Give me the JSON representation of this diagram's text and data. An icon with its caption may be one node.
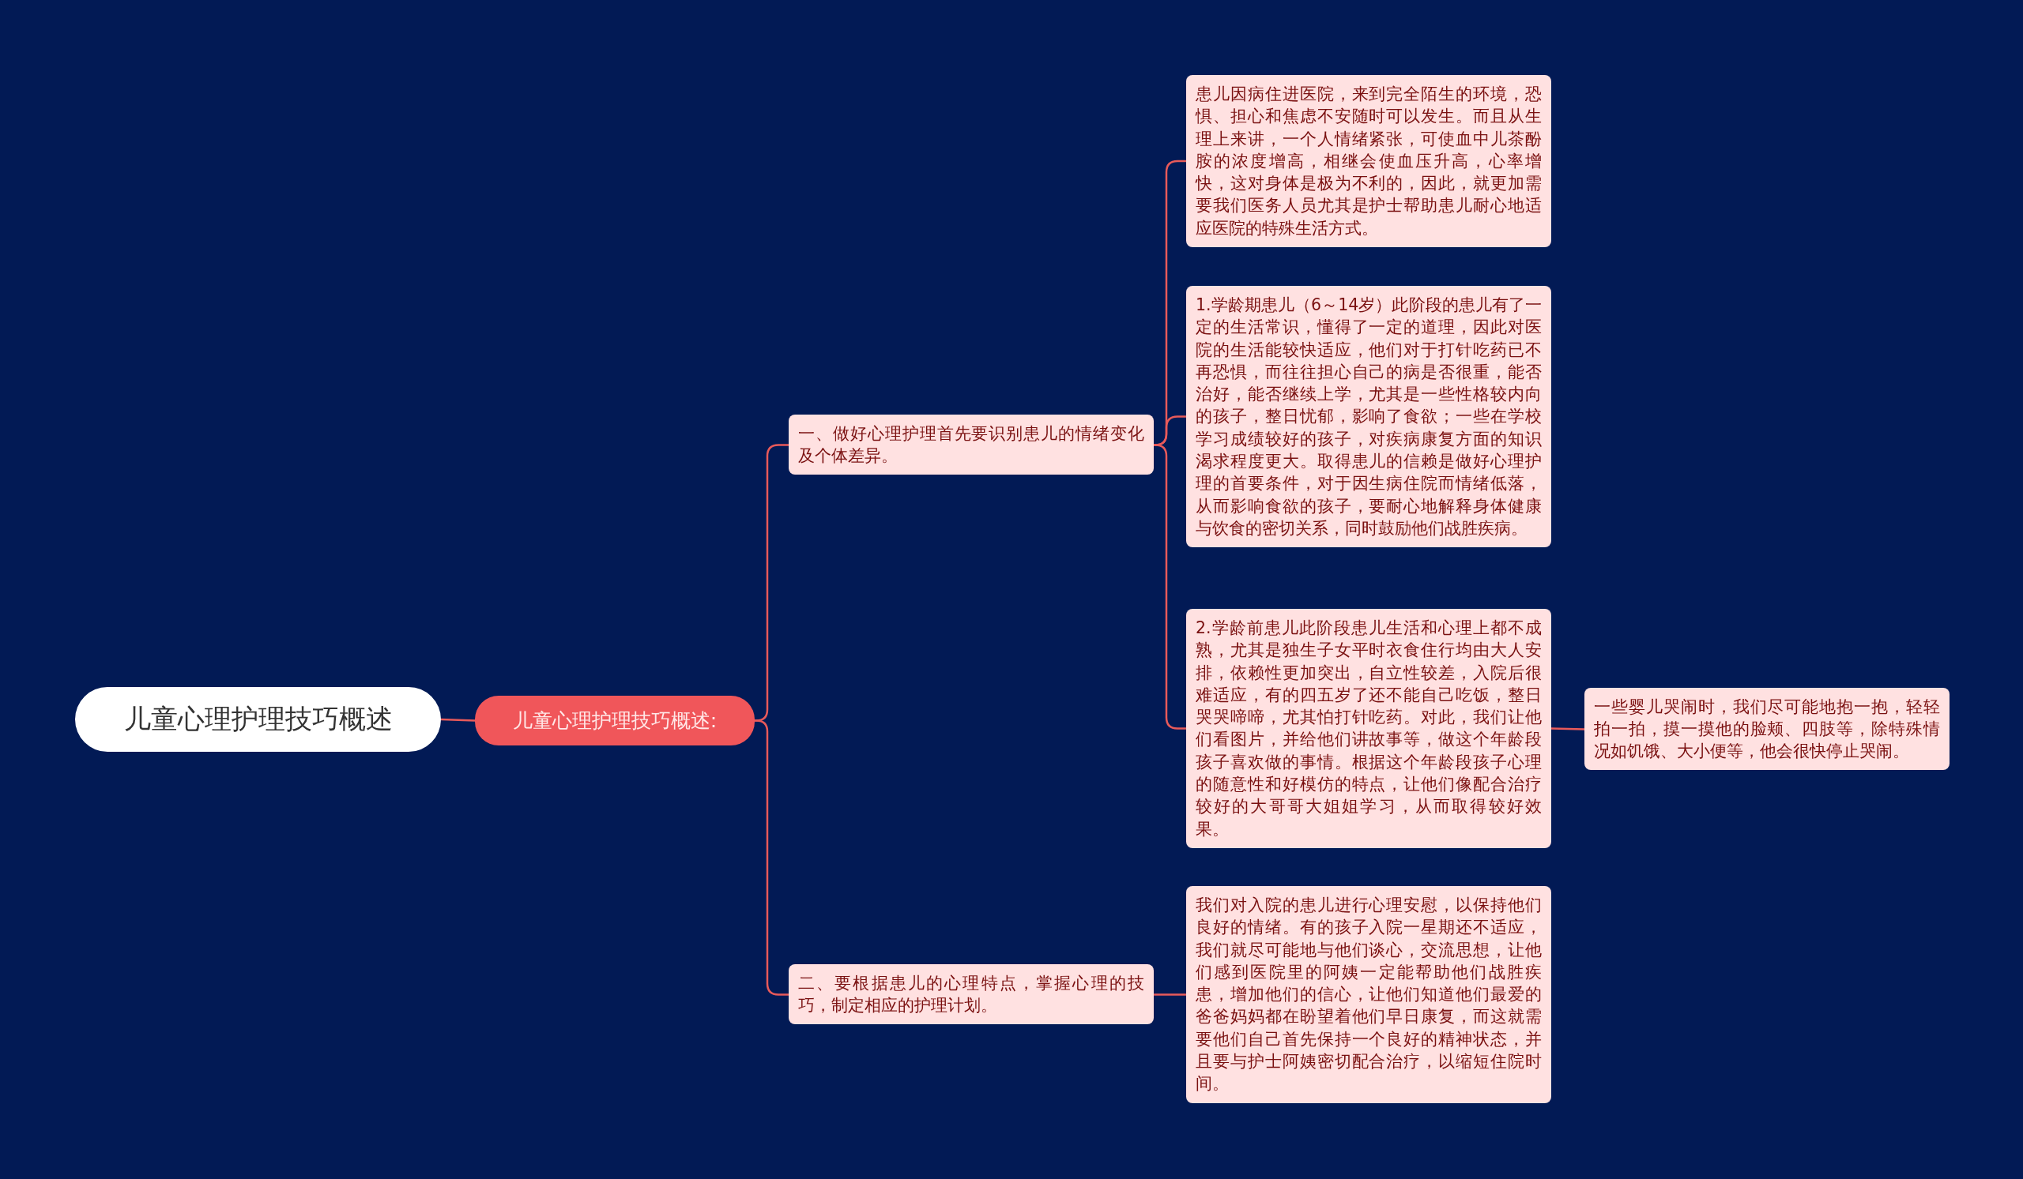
{
  "diagram": {
    "nodes": [
      {
        "text": [
          "儿童心理护理技巧概述"
        ]
      },
      {
        "text": [
          "儿童心理护理技巧概述:"
        ]
      },
      {
        "text": [
          "一、做好心理护理首先要识别患儿的情绪变化及个体差异。"
        ]
      },
      {
        "text": [
          "二、要根据患儿的心理特点，掌握心理的技巧，制定相应的护理计划。"
        ]
      },
      {
        "text": [
          "患儿因病住进医院，来到完全陌生的环境，恐惧、担心和焦虑不安随时可以发生。而且从生理上来讲，一个人情绪紧张，可使血中儿茶酚胺的浓度增高，相继会使血压升高，心率增快，这对身体是极为不利的，因此，就更加需要我们医务人员尤其是护士帮助患儿耐心地适应医院的特殊生活方式。"
        ]
      },
      {
        "text": [
          "1.学龄期患儿（6～14岁）此阶段的患儿有了一定的生活常识，懂得了一定的道理，因此对医院的生活能较快适应，他们对于打针吃药已不再恐惧，而往往担心自己的病是否很重，能否治好，能否继续上学，尤其是一些性格较内向的孩子，整日忧郁，影响了食欲；一些在学校学习成绩较好的孩子，对疾病康复方面的知识渴求程度更大。取得患儿的信赖是做好心理护理的首要条件，对于因生病住院而情绪低落，从而影响食欲的孩子，要耐心地解释身体健康与饮食的密切关系，同时鼓励他们战胜疾病。"
        ]
      },
      {
        "text": [
          "2.学龄前患儿此阶段患儿生活和心理上都不成熟，尤其是独生子女平时衣食住行均由大人安排，依赖性更加突出，自立性较差，入院后很难适应，有的四五岁了还不能自己吃饭，整日哭哭啼啼，尤其怕打针吃药。对此，我们让他们看图片，并给他们讲故事等，做这个年龄段孩子喜欢做的事情。根据这个年龄段孩子心理的随意性和好模仿的特点，让他们像配合治疗较好的大哥哥大姐姐学习，从而取得较好效果。"
        ]
      },
      {
        "text": [
          "我们对入院的患儿进行心理安慰，以保持他们良好的情绪。有的孩子入院一星期还不适应，我们就尽可能地与他们谈心，交流思想，让他们感到医院里的阿姨一定能帮助他们战胜疾患，增加他们的信心，让他们知道他们最爱的爸爸妈妈都在盼望着他们早日康复，而这就需要他们自己首先保持一个良好的精神状态，并且要与护士阿姨密切配合治疗，以缩短住院时间。"
        ]
      },
      {
        "text": [
          "一些婴儿哭闹时，我们尽可能地抱一抱，轻轻拍一拍，摸一摸他的脸颊、四肢等，除特殊情况如饥饿、大小便等，他会很快停止哭闹。"
        ]
      }
    ],
    "edges": [
      {
        "from": 0,
        "to": 1,
        "arrow": "none"
      },
      {
        "from": 1,
        "to": 2,
        "arrow": "none"
      },
      {
        "from": 1,
        "to": 3,
        "arrow": "none"
      },
      {
        "from": 2,
        "to": 4,
        "arrow": "none"
      },
      {
        "from": 2,
        "to": 5,
        "arrow": "none"
      },
      {
        "from": 2,
        "to": 6,
        "arrow": "none"
      },
      {
        "from": 6,
        "to": 8,
        "arrow": "none"
      },
      {
        "from": 3,
        "to": 7,
        "arrow": "none"
      }
    ]
  }
}
